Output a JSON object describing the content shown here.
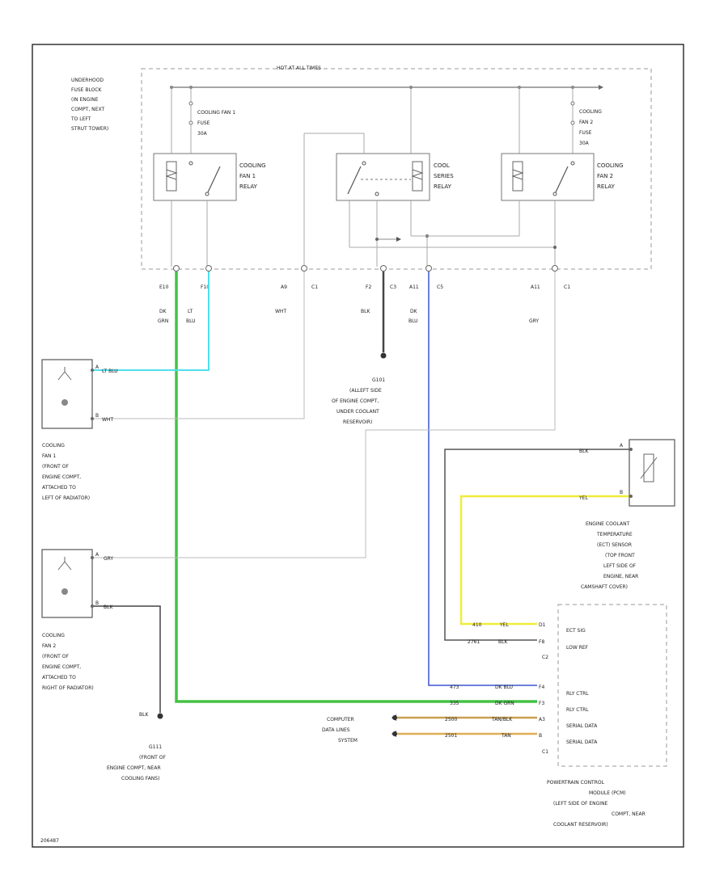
{
  "fuse_block": {
    "hot_label": "HOT AT ALL TIMES",
    "location": [
      "UNDERHOOD",
      "FUSE BLOCK",
      "(IN ENGINE",
      "COMPT, NEXT",
      "TO LEFT",
      "STRUT TOWER)"
    ]
  },
  "fuses": {
    "fan1": [
      "COOLING FAN 1",
      "FUSE",
      "30A"
    ],
    "fan2": [
      "COOLING",
      "FAN 2",
      "FUSE",
      "30A"
    ]
  },
  "relays": {
    "fan1": [
      "COOLING",
      "FAN 1",
      "RELAY"
    ],
    "series": [
      "COOL",
      "SERIES",
      "RELAY"
    ],
    "fan2": [
      "COOLING",
      "FAN 2",
      "RELAY"
    ]
  },
  "connectors": [
    "E10",
    "F10",
    "A9",
    "C1",
    "F2",
    "C3",
    "A11",
    "C5",
    "A11",
    "C1"
  ],
  "wire_colors": {
    "dk_grn": [
      "DK",
      "GRN"
    ],
    "lt_blu": [
      "LT",
      "BLU"
    ],
    "wht": "WHT",
    "blk": "BLK",
    "dk_blu": [
      "DK",
      "BLU"
    ],
    "gry": "GRY"
  },
  "fan1": {
    "pin_a": "A",
    "pin_a_wire": "LT BLU",
    "pin_b": "B",
    "pin_b_wire": "WHT",
    "location": [
      "COOLING",
      "FAN 1",
      "(FRONT OF",
      "ENGINE COMPT,",
      "ATTACHED TO",
      "LEFT OF RADIATOR)"
    ]
  },
  "fan2": {
    "pin_a": "A",
    "pin_a_wire": "GRY",
    "pin_b": "B",
    "pin_b_wire": "BLK",
    "location": [
      "COOLING",
      "FAN 2",
      "(FRONT OF",
      "ENGINE COMPT,",
      "ATTACHED TO",
      "RIGHT OF RADIATOR)"
    ]
  },
  "ground_g101": {
    "label": [
      "G101",
      "(ALLEFT SIDE",
      "OF ENGINE COMPT,",
      "UNDER COOLANT",
      "RESERVOIR)"
    ]
  },
  "ground_g111": {
    "wire": "BLK",
    "label": [
      "G111",
      "(FRONT OF",
      "ENGINE COMPT, NEAR",
      "COOLING FANS)"
    ]
  },
  "ect_sensor": {
    "pin_a": "A",
    "pin_a_wire": "BLK",
    "pin_b": "B",
    "pin_b_wire": "YEL",
    "label": [
      "ENGINE COOLANT",
      "TEMPERATURE",
      "(ECT) SENSOR",
      "(TOP FRONT",
      "LEFT SIDE OF",
      "ENGINE, NEAR",
      "CAMSHAFT COVER)"
    ]
  },
  "pcm": {
    "rows": [
      {
        "circuit": "410",
        "wire": "YEL",
        "pin": "D1",
        "function": "ECT SIG"
      },
      {
        "circuit": "2761",
        "wire": "BLK",
        "pin": "F8",
        "function": "LOW REF"
      },
      {
        "circuit": "473",
        "wire": "DK BLU",
        "pin": "F4",
        "function": "RLY CTRL"
      },
      {
        "circuit": "335",
        "wire": "DK GRN",
        "pin": "F3",
        "function": "RLY CTRL"
      },
      {
        "circuit": "2500",
        "wire": "TAN/BLK",
        "pin": "A3",
        "function": "SERIAL DATA"
      },
      {
        "circuit": "2501",
        "wire": "TAN",
        "pin": "B",
        "function": "SERIAL DATA"
      }
    ],
    "conn_c2": "C2",
    "conn_c1": "C1",
    "label": [
      "POWERTRAIN CONTROL",
      "MODULE (PCM)",
      "(LEFT SIDE OF ENGINE",
      "COMPT, NEAR",
      "COOLANT RESERVOIR)"
    ]
  },
  "computer_data_lines": [
    "COMPUTER",
    "DATA LINES",
    "SYSTEM"
  ],
  "page_id": "206487",
  "colors": {
    "dk_grn": "#44c244",
    "lt_blu": "#4ee0ee",
    "dk_blu": "#3b55d0",
    "yel": "#f0ec3a",
    "tan": "#e0ae55",
    "wire": "#b4b4b4",
    "dark_wire": "#555555",
    "frame": "#333333"
  }
}
